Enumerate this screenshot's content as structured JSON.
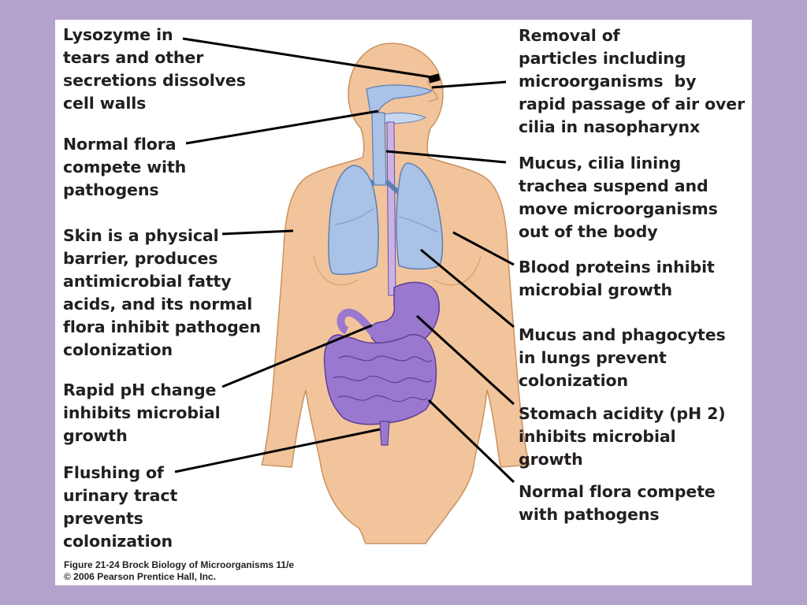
{
  "colors": {
    "frame": "#b3a2cb",
    "panel": "#ffffff",
    "skin": "#f2c49c",
    "skin_outline": "#c9925f",
    "lung": "#a9c2e6",
    "lung_outline": "#5d7fb3",
    "intestine": "#9a78cf",
    "intestine_outline": "#5f3f96",
    "text": "#231f20",
    "leader": "#000000"
  },
  "labels_left": {
    "lysozyme": "Lysozyme in\ntears and other\nsecretions dissolves\ncell walls",
    "normal_flora_top": "Normal flora\ncompete with\npathogens",
    "skin": "Skin is a physical\nbarrier, produces\nantimicrobial fatty\nacids, and its normal\nflora inhibit pathogen\ncolonization",
    "ph_change": "Rapid pH change\ninhibits microbial\ngrowth",
    "urinary": "Flushing of\nurinary tract\nprevents\ncolonization"
  },
  "labels_right": {
    "nasopharynx": "Removal of\nparticles including\nmicroorganisms  by\nrapid passage of air over\ncilia in nasopharynx",
    "trachea": "Mucus, cilia lining\ntrachea suspend and\nmove microorganisms\nout of the body",
    "blood": "Blood proteins inhibit\nmicrobial growth",
    "lungs": "Mucus and phagocytes\nin lungs prevent\ncolonization",
    "stomach": "Stomach acidity (pH 2)\ninhibits microbial\ngrowth",
    "normal_flora_bottom": "Normal flora compete\nwith pathogens"
  },
  "caption": "Figure 21-24 Brock Biology of Microorganisms 11/e\n© 2006 Pearson Prentice Hall, Inc."
}
